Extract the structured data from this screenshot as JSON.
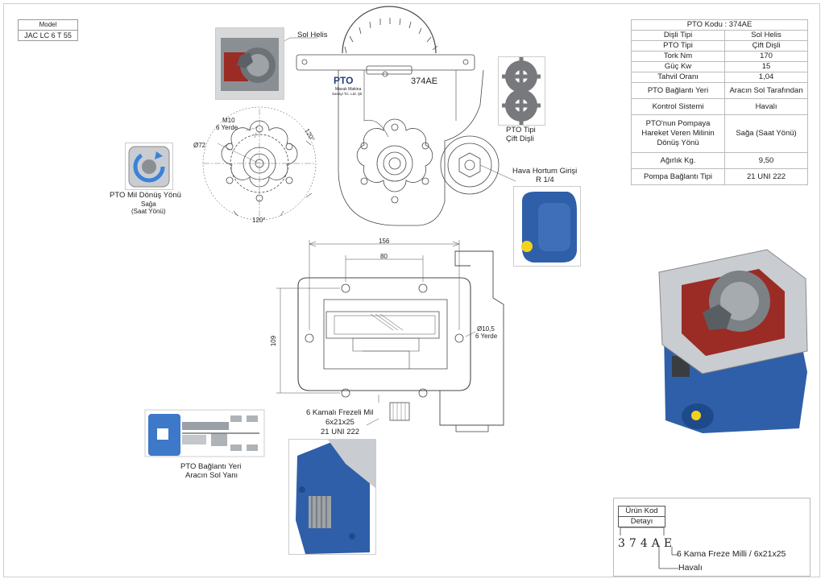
{
  "model": {
    "header": "Model",
    "value": "JAC LC 6 T 55"
  },
  "labels": {
    "sol_helis": "Sol Helis",
    "code_on_drawing": "374AE",
    "logo": "PTO",
    "logo_sub1": "Mavuk Makina",
    "logo_sub2": "Sanayi Tic. Ltd. Şti.",
    "m10": "M10",
    "yerde6": "6 Yerde",
    "phi72": "Ø72",
    "ang120a": "120°",
    "ang120b": "120°",
    "pto_tipi": "PTO Tipi",
    "cift_disli": "Çift Dişli",
    "hava_hortum": "Hava Hortum Girişi",
    "r14": "R 1/4",
    "mil_donus_1": "PTO Mil Dönüş Yönü",
    "mil_donus_2": "Sağa",
    "mil_donus_3": "(Saat Yönü)",
    "dim156": "156",
    "dim80": "80",
    "dim109": "109",
    "phi105": "Ø10,5",
    "yerde6b": "6 Yerde",
    "mil_1": "6 Kamalı Frezeli Mil",
    "mil_2": "6x21x25",
    "mil_3": "21 UNI 222",
    "baglanti_1": "PTO Bağlantı Yeri",
    "baglanti_2": "Aracın Sol Yanı"
  },
  "spec": {
    "title": "PTO Kodu  :  374AE",
    "rows": [
      {
        "k": "Dişli Tipi",
        "v": "Sol Helis"
      },
      {
        "k": "PTO Tipi",
        "v": "Çift Dişli"
      },
      {
        "k": "Tork Nm",
        "v": "170"
      },
      {
        "k": "Güç Kw",
        "v": "15"
      },
      {
        "k": "Tahvil Oranı",
        "v": "1,04"
      },
      {
        "k": "PTO Bağlantı Yeri",
        "v": "Aracın Sol Tarafından"
      },
      {
        "k": "Kontrol Sistemi",
        "v": "Havalı"
      },
      {
        "k": "PTO'nun Pompaya Hareket Veren Milinin Dönüş Yönü",
        "v": "Sağa (Saat Yönü)"
      },
      {
        "k": "Ağırlık Kg.",
        "v": "9,50"
      },
      {
        "k": "Pompa Bağlantı Tipi",
        "v": "21 UNI 222"
      }
    ]
  },
  "kod": {
    "title_1": "Ürün Kod",
    "title_2": "Detayı",
    "digits": "374AE",
    "detail_1": "6 Kama Freze Milli / 6x21x25",
    "detail_2": "Havalı"
  },
  "colors": {
    "blue": "#2f5fa8",
    "red": "#9b2b25",
    "steel": "#8a8f94",
    "line": "#4a4a4a",
    "truck": "#3d78c9"
  }
}
